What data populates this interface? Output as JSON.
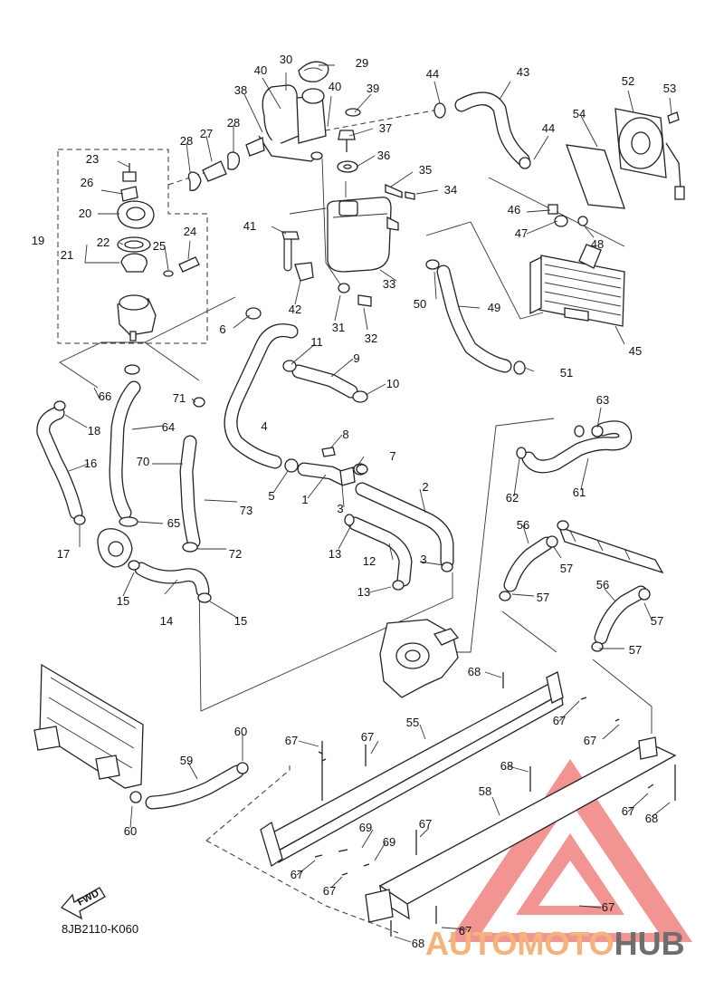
{
  "diagram": {
    "code": "8JB2110-K060",
    "fwd_label": "FWD",
    "callouts": [
      {
        "id": "c1",
        "label": "1"
      },
      {
        "id": "c2",
        "label": "2"
      },
      {
        "id": "c3a",
        "label": "3"
      },
      {
        "id": "c3b",
        "label": "3"
      },
      {
        "id": "c4",
        "label": "4"
      },
      {
        "id": "c5",
        "label": "5"
      },
      {
        "id": "c6",
        "label": "6"
      },
      {
        "id": "c7",
        "label": "7"
      },
      {
        "id": "c8",
        "label": "8"
      },
      {
        "id": "c9",
        "label": "9"
      },
      {
        "id": "c10",
        "label": "10"
      },
      {
        "id": "c11",
        "label": "11"
      },
      {
        "id": "c12",
        "label": "12"
      },
      {
        "id": "c13a",
        "label": "13"
      },
      {
        "id": "c13b",
        "label": "13"
      },
      {
        "id": "c14",
        "label": "14"
      },
      {
        "id": "c15a",
        "label": "15"
      },
      {
        "id": "c15b",
        "label": "15"
      },
      {
        "id": "c16",
        "label": "16"
      },
      {
        "id": "c17",
        "label": "17"
      },
      {
        "id": "c18",
        "label": "18"
      },
      {
        "id": "c19",
        "label": "19"
      },
      {
        "id": "c20",
        "label": "20"
      },
      {
        "id": "c21",
        "label": "21"
      },
      {
        "id": "c22",
        "label": "22"
      },
      {
        "id": "c23",
        "label": "23"
      },
      {
        "id": "c24",
        "label": "24"
      },
      {
        "id": "c25",
        "label": "25"
      },
      {
        "id": "c26",
        "label": "26"
      },
      {
        "id": "c27",
        "label": "27"
      },
      {
        "id": "c28a",
        "label": "28"
      },
      {
        "id": "c28b",
        "label": "28"
      },
      {
        "id": "c29",
        "label": "29"
      },
      {
        "id": "c30",
        "label": "30"
      },
      {
        "id": "c31",
        "label": "31"
      },
      {
        "id": "c32",
        "label": "32"
      },
      {
        "id": "c33",
        "label": "33"
      },
      {
        "id": "c34",
        "label": "34"
      },
      {
        "id": "c35",
        "label": "35"
      },
      {
        "id": "c36",
        "label": "36"
      },
      {
        "id": "c37",
        "label": "37"
      },
      {
        "id": "c38",
        "label": "38"
      },
      {
        "id": "c39",
        "label": "39"
      },
      {
        "id": "c40a",
        "label": "40"
      },
      {
        "id": "c40b",
        "label": "40"
      },
      {
        "id": "c41",
        "label": "41"
      },
      {
        "id": "c42",
        "label": "42"
      },
      {
        "id": "c43",
        "label": "43"
      },
      {
        "id": "c44a",
        "label": "44"
      },
      {
        "id": "c44b",
        "label": "44"
      },
      {
        "id": "c45",
        "label": "45"
      },
      {
        "id": "c46",
        "label": "46"
      },
      {
        "id": "c47",
        "label": "47"
      },
      {
        "id": "c48",
        "label": "48"
      },
      {
        "id": "c49",
        "label": "49"
      },
      {
        "id": "c50",
        "label": "50"
      },
      {
        "id": "c51",
        "label": "51"
      },
      {
        "id": "c52",
        "label": "52"
      },
      {
        "id": "c53",
        "label": "53"
      },
      {
        "id": "c54",
        "label": "54"
      },
      {
        "id": "c55",
        "label": "55"
      },
      {
        "id": "c56a",
        "label": "56"
      },
      {
        "id": "c56b",
        "label": "56"
      },
      {
        "id": "c57a",
        "label": "57"
      },
      {
        "id": "c57b",
        "label": "57"
      },
      {
        "id": "c57c",
        "label": "57"
      },
      {
        "id": "c57d",
        "label": "57"
      },
      {
        "id": "c57e",
        "label": "57"
      },
      {
        "id": "c58",
        "label": "58"
      },
      {
        "id": "c59",
        "label": "59"
      },
      {
        "id": "c60a",
        "label": "60"
      },
      {
        "id": "c60b",
        "label": "60"
      },
      {
        "id": "c61",
        "label": "61"
      },
      {
        "id": "c62",
        "label": "62"
      },
      {
        "id": "c63",
        "label": "63"
      },
      {
        "id": "c64",
        "label": "64"
      },
      {
        "id": "c65",
        "label": "65"
      },
      {
        "id": "c66",
        "label": "66"
      },
      {
        "id": "c67a",
        "label": "67"
      },
      {
        "id": "c67b",
        "label": "67"
      },
      {
        "id": "c67c",
        "label": "67"
      },
      {
        "id": "c67d",
        "label": "67"
      },
      {
        "id": "c67e",
        "label": "67"
      },
      {
        "id": "c67f",
        "label": "67"
      },
      {
        "id": "c67g",
        "label": "67"
      },
      {
        "id": "c67h",
        "label": "67"
      },
      {
        "id": "c67i",
        "label": "67"
      },
      {
        "id": "c67j",
        "label": "67"
      },
      {
        "id": "c68a",
        "label": "68"
      },
      {
        "id": "c68b",
        "label": "68"
      },
      {
        "id": "c68c",
        "label": "68"
      },
      {
        "id": "c68d",
        "label": "68"
      },
      {
        "id": "c69a",
        "label": "69"
      },
      {
        "id": "c69b",
        "label": "69"
      },
      {
        "id": "c70",
        "label": "70"
      },
      {
        "id": "c71",
        "label": "71"
      },
      {
        "id": "c72",
        "label": "72"
      },
      {
        "id": "c73",
        "label": "73"
      }
    ]
  },
  "watermark": {
    "part1": "AUTOMOTO",
    "part2": "HUB",
    "color1": "#f7b27a",
    "color2": "#6e6e6e",
    "logo_color": "#e8403a"
  }
}
